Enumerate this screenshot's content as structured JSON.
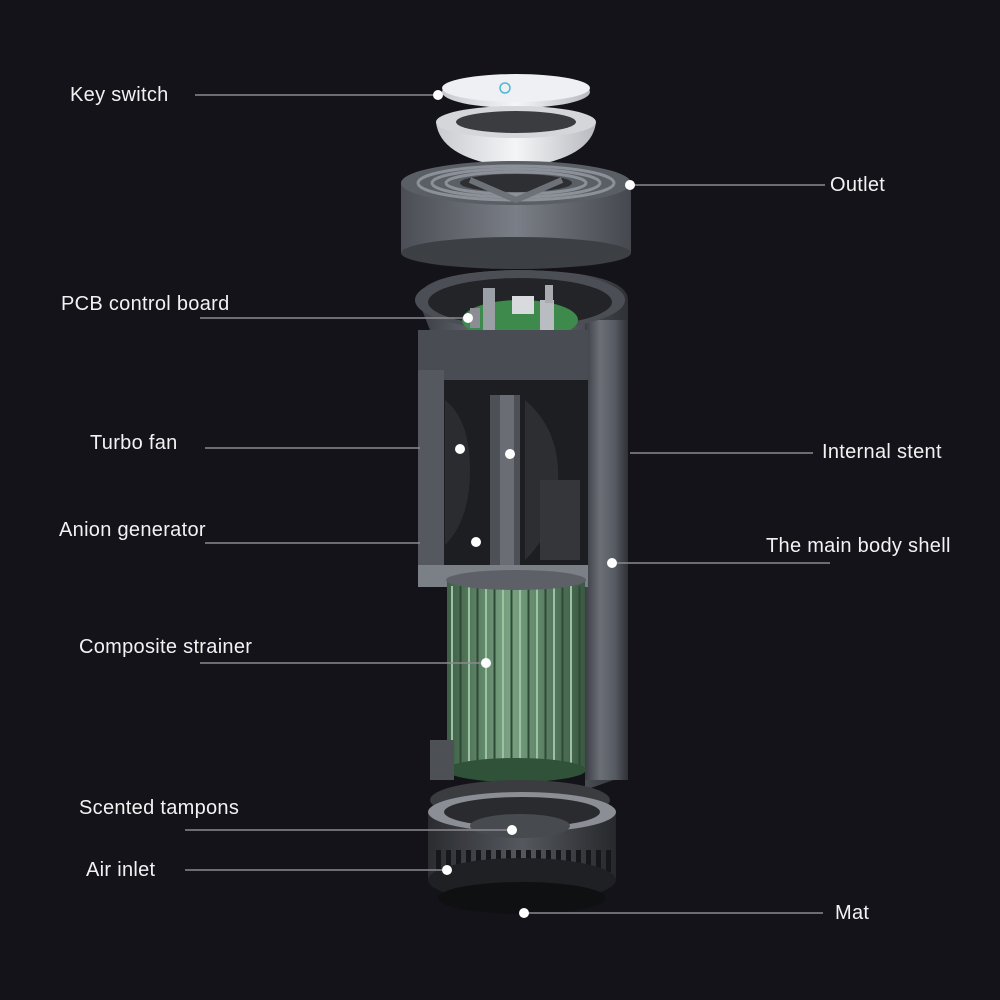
{
  "labels": {
    "key_switch": "Key switch",
    "outlet": "Outlet",
    "pcb_control_board": "PCB control board",
    "turbo_fan": "Turbo fan",
    "internal_stent": "Internal stent",
    "anion_generator": "Anion generator",
    "main_body_shell": "The main body shell",
    "composite_strainer": "Composite strainer",
    "scented_tampons": "Scented tampons",
    "air_inlet": "Air inlet",
    "mat": "Mat"
  },
  "colors": {
    "background": "#141319",
    "leader_line": "#8a8a90",
    "label_text": "#f2f2f2",
    "shell": "#5d6168",
    "filter_green": "#5f8a68",
    "pcb_green": "#3e8a4c"
  }
}
